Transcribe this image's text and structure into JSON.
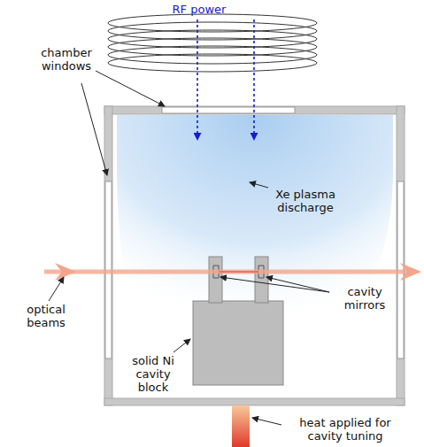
{
  "diagram": {
    "labels": [
      "RF power",
      "chamber windows",
      "Xe plasma discharge",
      "optical beams",
      "solid Ni cavity block",
      "cavity mirrors",
      "heat applied for cavity tuning"
    ]
  }
}
